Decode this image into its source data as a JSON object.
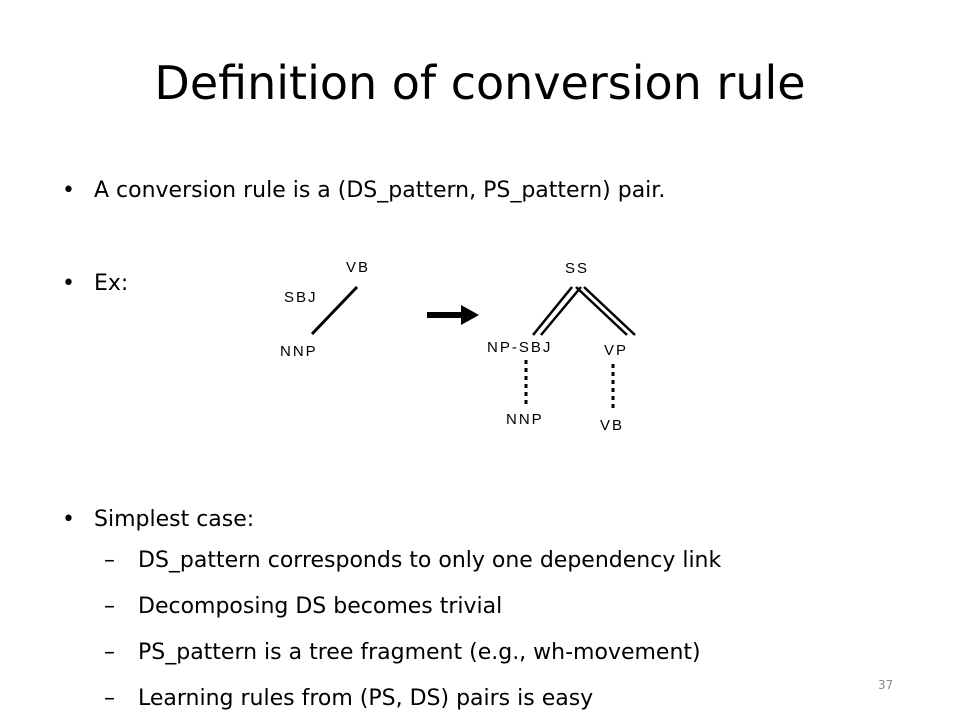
{
  "title": "Definition of conversion rule",
  "bullets": {
    "b1": "A conversion rule is a (DS_pattern, PS_pattern) pair.",
    "b2": "Ex:",
    "b3": "Simplest case:"
  },
  "subbullets": [
    "DS_pattern corresponds to only one dependency link",
    "Decomposing DS becomes trivial",
    "PS_pattern is a tree fragment (e.g., wh-movement)",
    "Learning rules from (PS, DS) pairs is easy"
  ],
  "markers": {
    "bullet": "•",
    "dash": "–"
  },
  "ds_tree": {
    "head": "VB",
    "link_label": "SBJ",
    "dependent": "NNP"
  },
  "ps_tree": {
    "root": "SS",
    "left": "NP-SBJ",
    "right": "VP",
    "left_child": "NNP",
    "right_child": "VB"
  },
  "page_number": "37"
}
